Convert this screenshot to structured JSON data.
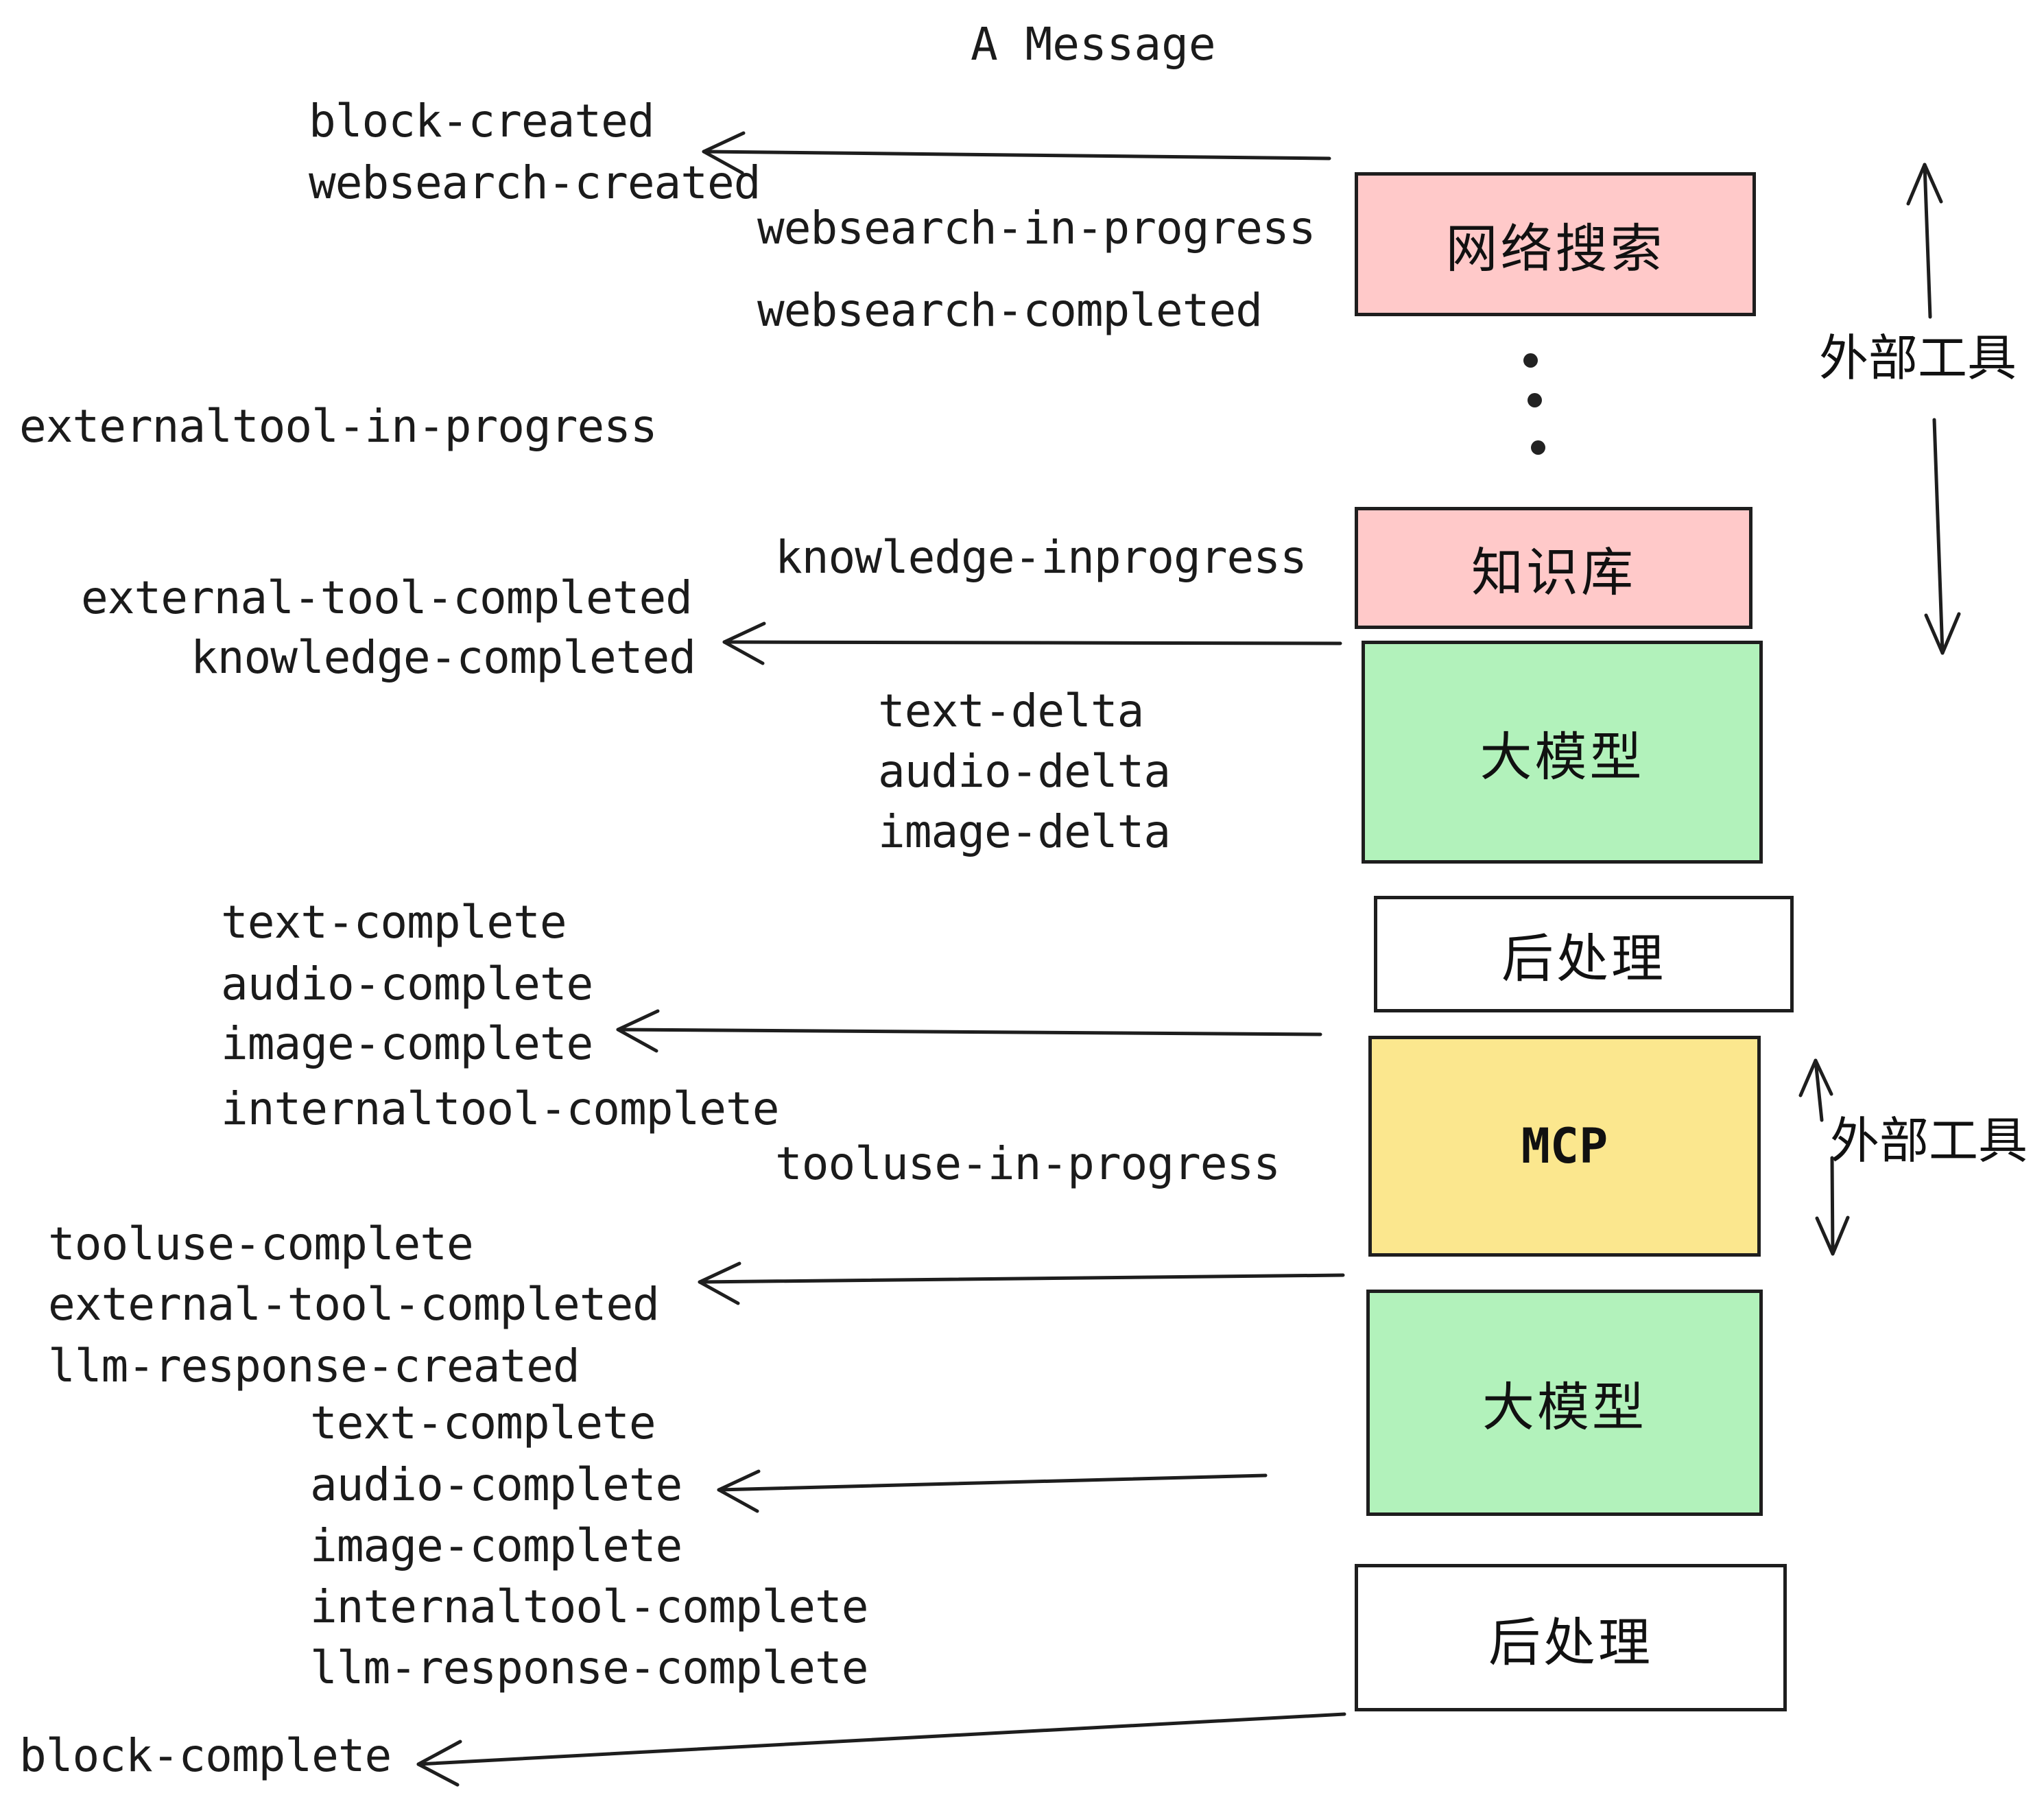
{
  "title": "A Message",
  "colors": {
    "ink": "#1e1e1e",
    "pink": "#ffc9c9",
    "green": "#b2f2bb",
    "yellow": "#fbe78e",
    "white": "#ffffff",
    "text": "#1b1b1b"
  },
  "boxes": [
    {
      "id": "websearch",
      "label": "网络搜索",
      "fill": "pink"
    },
    {
      "id": "knowledge",
      "label": "知识库",
      "fill": "pink"
    },
    {
      "id": "llm-1",
      "label": "大模型",
      "fill": "green"
    },
    {
      "id": "postprocess-1",
      "label": "后处理",
      "fill": "white"
    },
    {
      "id": "mcp",
      "label": "MCP",
      "fill": "yellow"
    },
    {
      "id": "llm-2",
      "label": "大模型",
      "fill": "green"
    },
    {
      "id": "postprocess-2",
      "label": "后处理",
      "fill": "white"
    }
  ],
  "side_labels": [
    {
      "id": "external-tools-top",
      "label": "外部工具"
    },
    {
      "id": "external-tools-mcp",
      "label": "外部工具"
    }
  ],
  "events": [
    {
      "label": "block-created"
    },
    {
      "label": "websearch-created"
    },
    {
      "label": "websearch-in-progress"
    },
    {
      "label": "websearch-completed"
    },
    {
      "label": "externaltool-in-progress"
    },
    {
      "label": "knowledge-inprogress"
    },
    {
      "label": "external-tool-completed"
    },
    {
      "label": "knowledge-completed"
    },
    {
      "label": "text-delta"
    },
    {
      "label": "audio-delta"
    },
    {
      "label": "image-delta"
    },
    {
      "label": "text-complete"
    },
    {
      "label": "audio-complete"
    },
    {
      "label": "image-complete"
    },
    {
      "label": "internaltool-complete"
    },
    {
      "label": "tooluse-in-progress"
    },
    {
      "label": "tooluse-complete"
    },
    {
      "label": "external-tool-completed"
    },
    {
      "label": "llm-response-created"
    },
    {
      "label": "text-complete"
    },
    {
      "label": "audio-complete"
    },
    {
      "label": "image-complete"
    },
    {
      "label": "internaltool-complete"
    },
    {
      "label": "llm-response-complete"
    },
    {
      "label": "block-complete"
    }
  ],
  "icons": [
    {
      "name": "vertical-ellipsis",
      "meaning": "more external tools"
    }
  ]
}
